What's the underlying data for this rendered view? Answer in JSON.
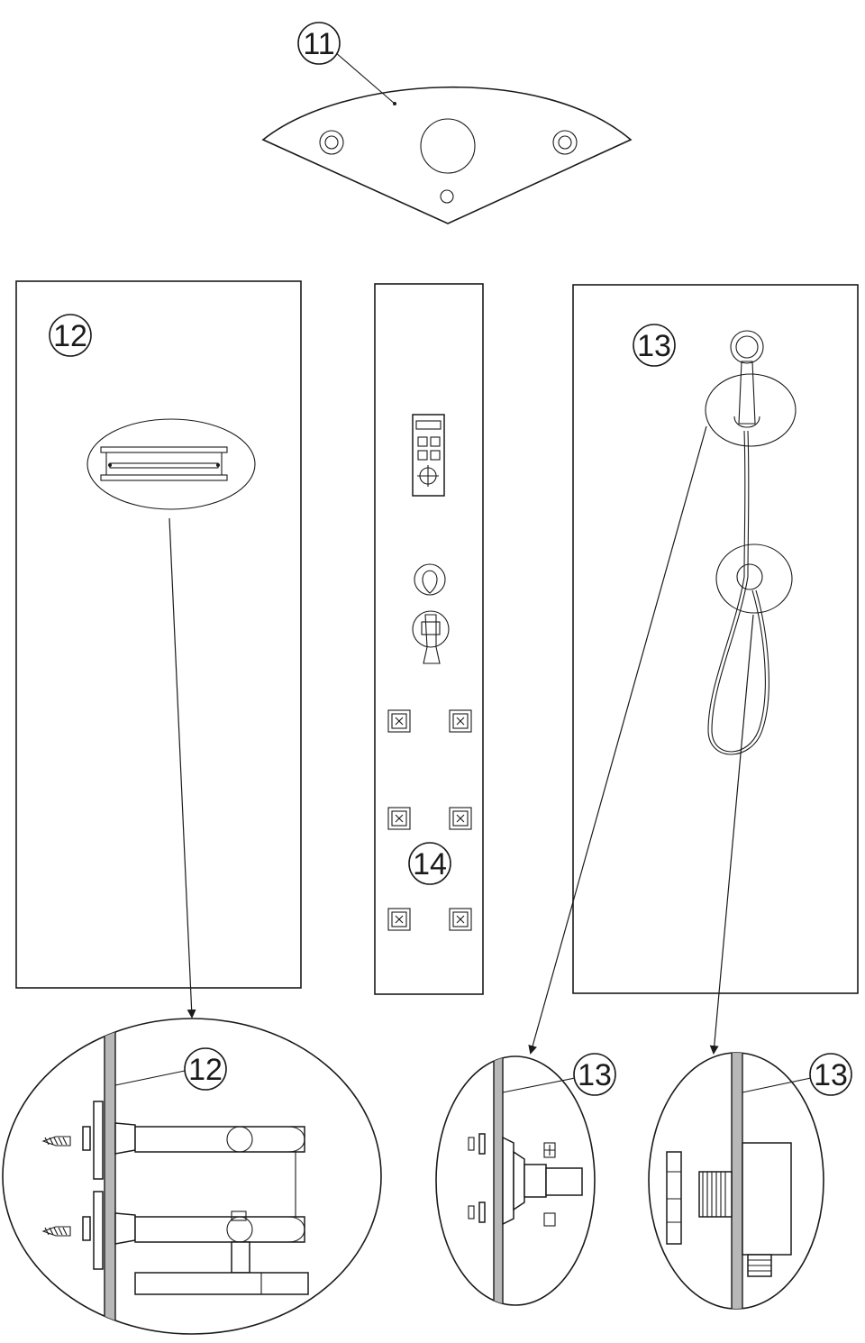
{
  "callouts": {
    "c11": "11",
    "c12_panel": "12",
    "c13_panel": "13",
    "c14_panel": "14",
    "c12_detail": "12",
    "c13_detail_left": "13",
    "c13_detail_right": "13"
  }
}
